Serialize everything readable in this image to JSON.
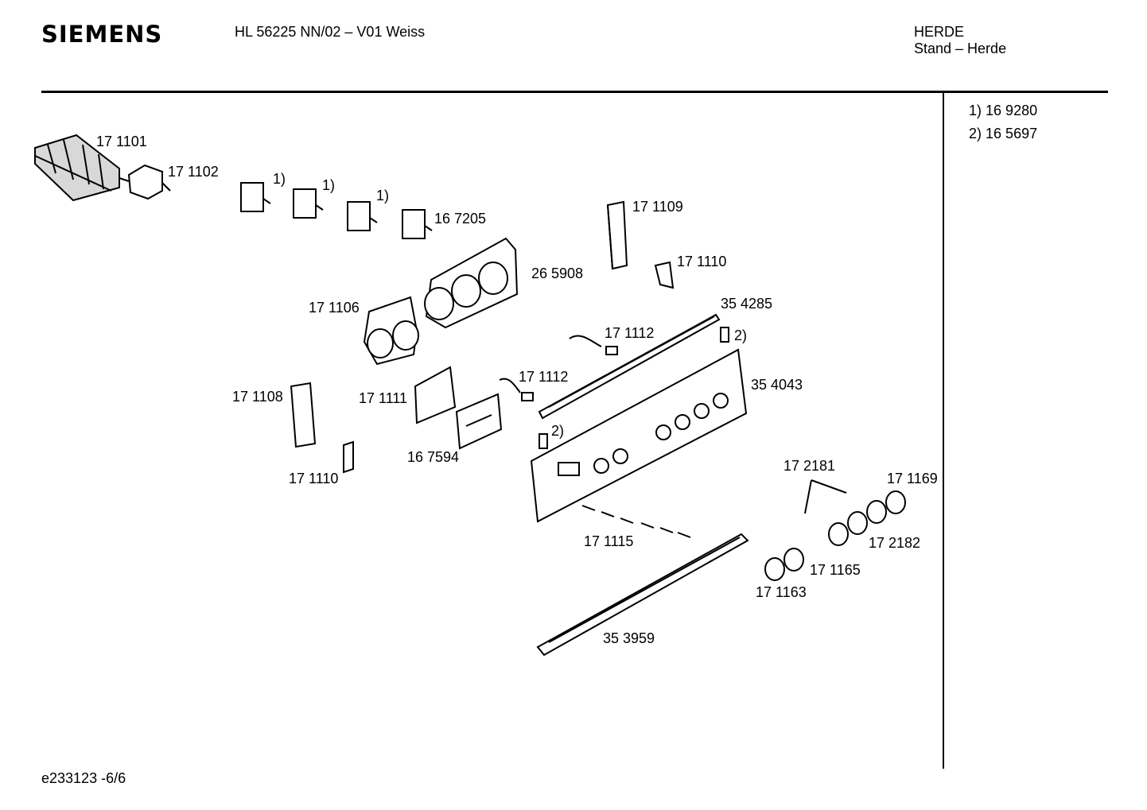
{
  "header": {
    "brand": "SIEMENS",
    "model": "HL 56225 NN/02 – V01 Weiss",
    "category": "HERDE",
    "subcategory": "Stand – Herde"
  },
  "notes": [
    {
      "key": "1)",
      "part": "16 9280"
    },
    {
      "key": "2)",
      "part": "16 5697"
    }
  ],
  "parts": {
    "p171101": "17 1101",
    "p171102": "17 1102",
    "m1a": "1)",
    "m1b": "1)",
    "m1c": "1)",
    "p167205": "16 7205",
    "p171109": "17 1109",
    "p171110a": "17 1110",
    "p265908": "26 5908",
    "p171106": "17 1106",
    "p354285": "35 4285",
    "m2a": "2)",
    "p171112a": "17 1112",
    "p171112b": "17 1112",
    "p354043": "35 4043",
    "p171108": "17 1108",
    "p171111": "17 1111",
    "m2b": "2)",
    "p167594": "16 7594",
    "p171110b": "17 1110",
    "p172181": "17 2181",
    "p171169": "17 1169",
    "p172182": "17 2182",
    "p171115": "17 1115",
    "p171165": "17 1165",
    "p171163": "17 1163",
    "p353959": "35 3959"
  },
  "footer": {
    "doc_id": "e233123 -6/6"
  }
}
